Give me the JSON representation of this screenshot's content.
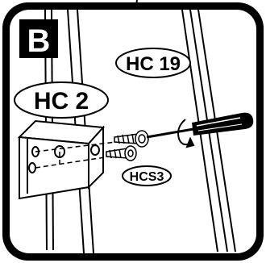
{
  "step": {
    "letter": "B"
  },
  "parts": {
    "hc19": "HC 19",
    "hc2": "HC 2",
    "hcs3": "HCS3"
  },
  "colors": {
    "ink": "#000000",
    "paper": "#ffffff",
    "frame": "#000000"
  },
  "icons": [
    "screwdriver-icon",
    "rotation-arrow-icon",
    "screw-icon",
    "bracket-icon"
  ]
}
